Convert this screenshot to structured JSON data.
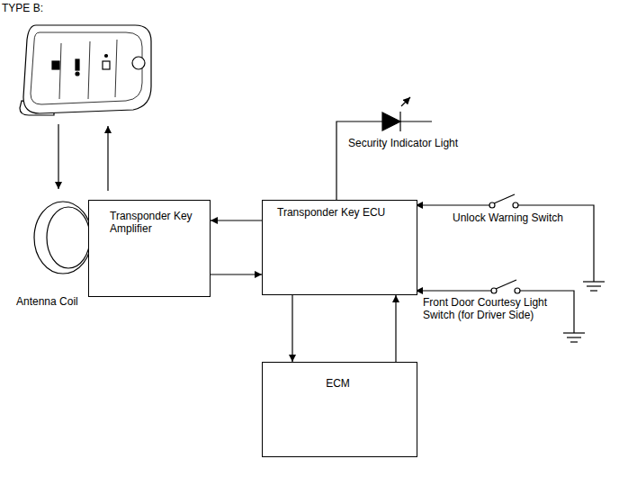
{
  "diagram": {
    "title": "TYPE B:",
    "nodes": [
      {
        "text": [
          "Transponder Key Amplifier"
        ]
      },
      {
        "text": [
          "Transponder Key ECU"
        ]
      },
      {
        "text": [
          "ECM"
        ]
      }
    ],
    "edges": [
      {
        "from": 1,
        "to": 0,
        "arrow": "to"
      },
      {
        "from": 0,
        "to": 1,
        "arrow": "to"
      },
      {
        "from": 1,
        "to": 2,
        "arrow": "to"
      },
      {
        "from": 2,
        "to": 1,
        "arrow": "to"
      }
    ],
    "labels": [
      "Antenna Coil",
      "Security Indicator Light",
      "Unlock Warning Switch",
      "Front Door Courtesy Light Switch (for Driver Side)"
    ]
  }
}
